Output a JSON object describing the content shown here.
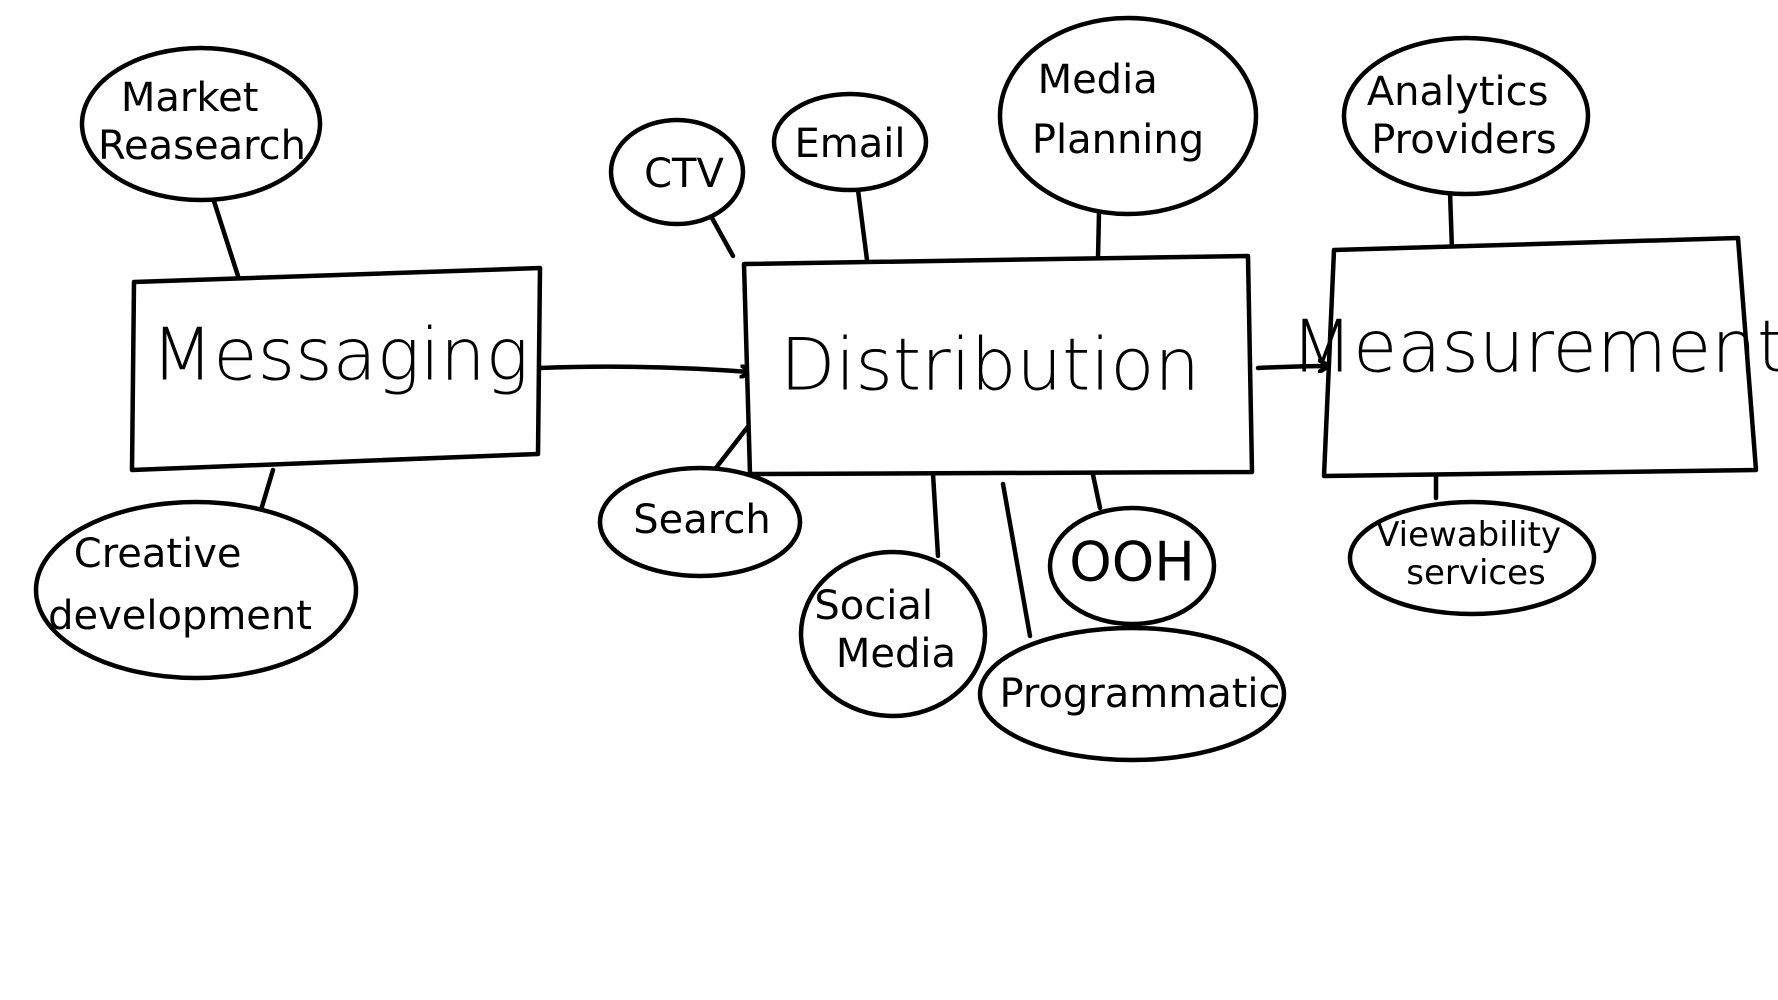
{
  "diagram": {
    "boxes": {
      "messaging": "Messaging",
      "distribution": "Distribution",
      "measurement": "Measurement"
    },
    "bubbles": {
      "market_research": [
        "Market",
        "Reasearch"
      ],
      "creative_development": [
        "Creative",
        "development"
      ],
      "ctv": "CTV",
      "email": "Email",
      "media_planning": [
        "Media",
        "Planning"
      ],
      "search": "Search",
      "social_media": [
        "Social",
        "Media"
      ],
      "programmatic": "Programmatic",
      "ooh": "OOH",
      "analytics_providers": [
        "Analytics",
        "Providers"
      ],
      "viewability_services": [
        "Viewability",
        "services"
      ]
    },
    "colors": {
      "stroke": "#000000",
      "background": "#ffffff"
    }
  }
}
